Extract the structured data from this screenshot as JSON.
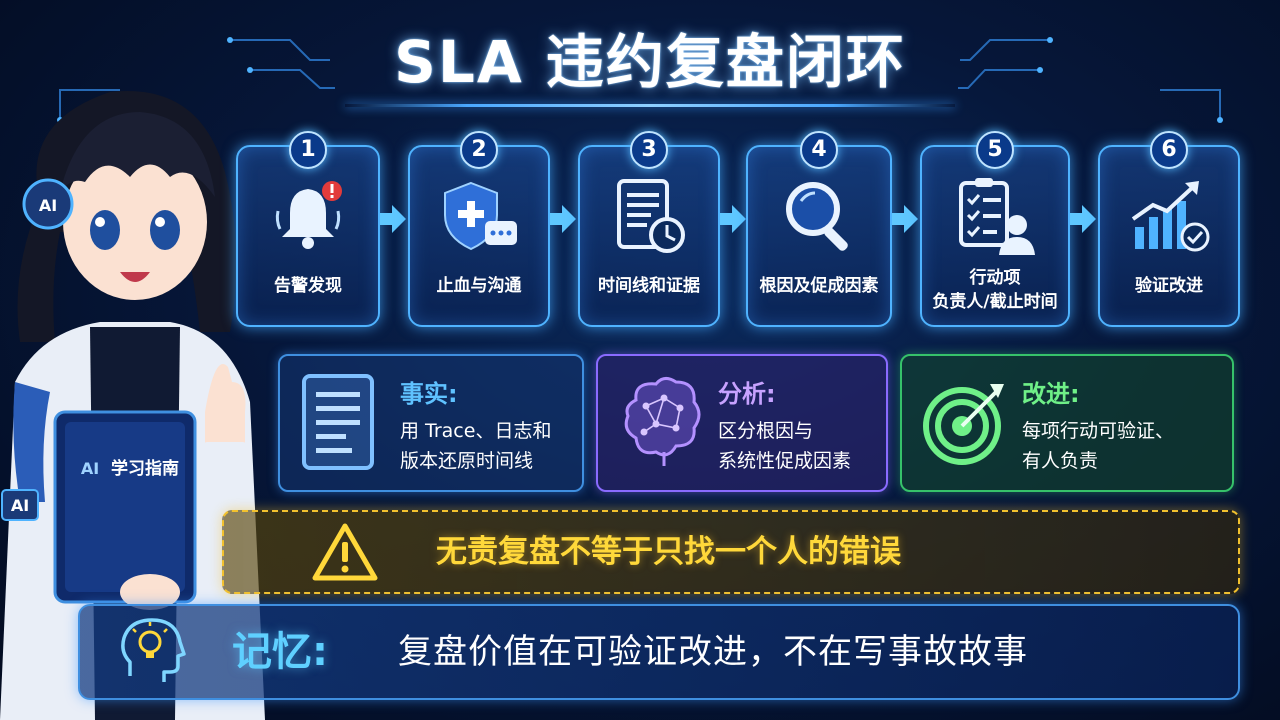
{
  "title": "SLA 违约复盘闭环",
  "steps": [
    {
      "num": "1",
      "label": "告警发现",
      "icon": "alert-bell-icon"
    },
    {
      "num": "2",
      "label": "止血与沟通",
      "icon": "shield-chat-icon"
    },
    {
      "num": "3",
      "label": "时间线和证据",
      "icon": "document-clock-icon"
    },
    {
      "num": "4",
      "label": "根因及促成因素",
      "icon": "magnifier-icon"
    },
    {
      "num": "5",
      "label_line1": "行动项",
      "label_line2": "负责人/截止时间",
      "icon": "checklist-person-icon"
    },
    {
      "num": "6",
      "label": "验证改进",
      "icon": "chart-check-icon"
    }
  ],
  "cards": [
    {
      "title": "事实:",
      "line1": "用 Trace、日志和",
      "line2": "版本还原时间线",
      "icon": "document-icon"
    },
    {
      "title": "分析:",
      "line1": "区分根因与",
      "line2": "系统性促成因素",
      "icon": "brain-icon"
    },
    {
      "title": "改进:",
      "line1": "每项行动可验证、",
      "line2": "有人负责",
      "icon": "target-icon"
    }
  ],
  "warning": {
    "text": "无责复盘不等于只找一个人的错误",
    "icon": "warning-triangle-icon"
  },
  "memory": {
    "label": "记忆:",
    "text": "复盘价值在可验证改进，不在写事故故事",
    "icon": "head-lightbulb-icon"
  },
  "mascot": {
    "badge_top": "AI",
    "badge_arm": "AI",
    "book_ai": "AI",
    "book_title": "学习指南"
  },
  "colors": {
    "accent_blue": "#4fb3ff",
    "purple": "#8a6bff",
    "green": "#36c26a",
    "warning_yellow": "#ffd83a",
    "background": "#06173a"
  }
}
